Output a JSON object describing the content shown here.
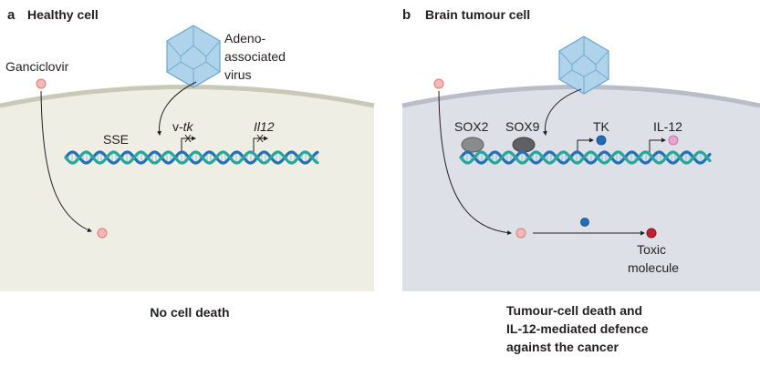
{
  "panel_a": {
    "letter": "a",
    "title": "Healthy cell",
    "drug": "Ganciclovir",
    "virus_label": [
      "Adeno-",
      "associated",
      "virus"
    ],
    "element_label": "SSE",
    "gene_1_prefix": "v-",
    "gene_1_italic": "tk",
    "gene_2": "Il12",
    "outcome": "No cell death"
  },
  "panel_b": {
    "letter": "b",
    "title": "Brain tumour cell",
    "factor_1": "SOX2",
    "factor_2": "SOX9",
    "protein_1": "TK",
    "protein_2": "IL-12",
    "product_label": [
      "Toxic",
      "molecule"
    ],
    "outcome": [
      "Tumour-cell death and",
      "IL-12-mediated defence",
      "against the cancer"
    ]
  },
  "colors": {
    "cell_a": "#eeeee5",
    "cell_b": "#dde0e6",
    "virus": "#aed3ea",
    "dna_strand_1": "#2aa59a",
    "dna_strand_2": "#2671b4",
    "ganciclovir": "#f4b8b6",
    "toxic": "#c52032",
    "tk": "#1e6fb6",
    "il12": "#e8a3cf",
    "sox": "#8a8b8d"
  }
}
